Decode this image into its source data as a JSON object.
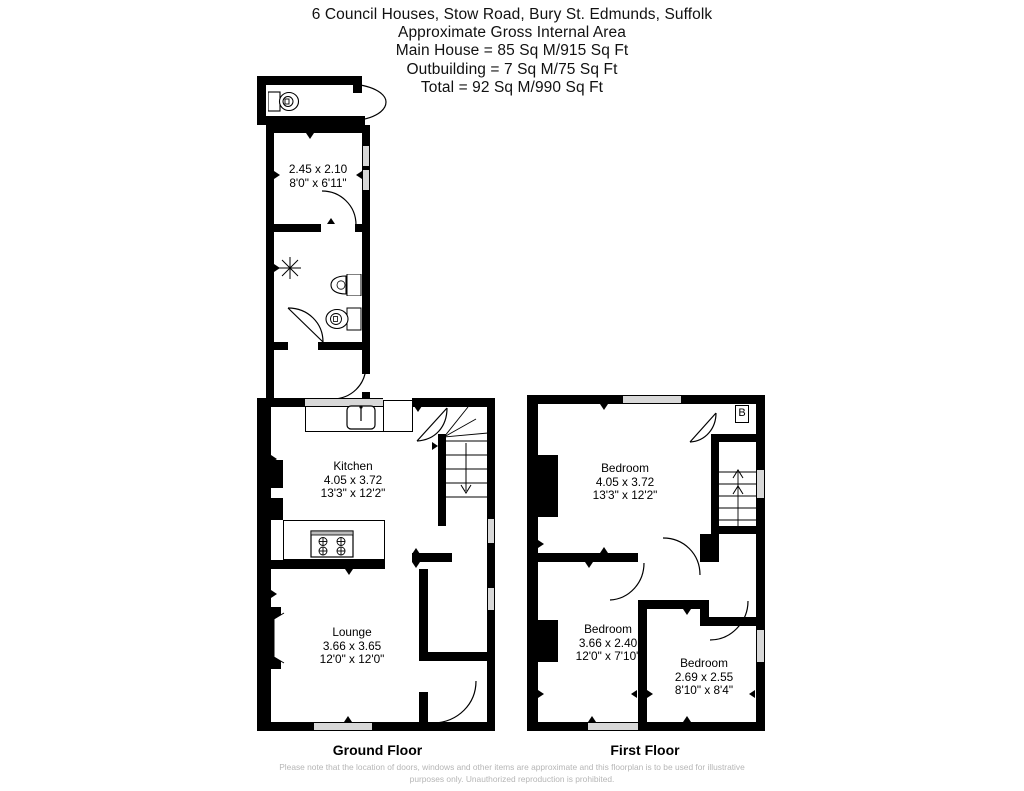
{
  "header": {
    "address": "6 Council Houses, Stow Road, Bury St. Edmunds, Suffolk",
    "area_caption": "Approximate Gross Internal Area",
    "main_house": "Main House = 85 Sq M/915 Sq Ft",
    "outbuilding": "Outbuilding = 7 Sq M/75 Sq Ft",
    "total": "Total = 92 Sq M/990 Sq Ft"
  },
  "floors": {
    "ground": {
      "caption": "Ground Floor",
      "rooms": [
        {
          "name": "",
          "dim_metric": "2.45 x 2.10",
          "dim_imperial": "8'0\" x 6'11\""
        },
        {
          "name": "Kitchen",
          "dim_metric": "4.05 x 3.72",
          "dim_imperial": "13'3\" x 12'2\""
        },
        {
          "name": "Lounge",
          "dim_metric": "3.66 x 3.65",
          "dim_imperial": "12'0\" x 12'0\""
        }
      ]
    },
    "first": {
      "caption": "First Floor",
      "boiler_marker": "B",
      "rooms": [
        {
          "name": "Bedroom",
          "dim_metric": "4.05 x 3.72",
          "dim_imperial": "13'3\" x 12'2\""
        },
        {
          "name": "Bedroom",
          "dim_metric": "3.66 x 2.40",
          "dim_imperial": "12'0\" x 7'10\""
        },
        {
          "name": "Bedroom",
          "dim_metric": "2.69 x 2.55",
          "dim_imperial": "8'10\" x 8'4\""
        }
      ]
    }
  },
  "disclaimer": {
    "line1": "Please note that the location of doors, windows and other items are approximate and this floorplan is to be used for illustrative",
    "line2": "purposes only. Unauthorized reproduction is prohibited."
  },
  "colors": {
    "wall": "#000000",
    "window": "#d8d8d8",
    "disclaimer_text": "#b6b6b6",
    "background": "#ffffff"
  }
}
